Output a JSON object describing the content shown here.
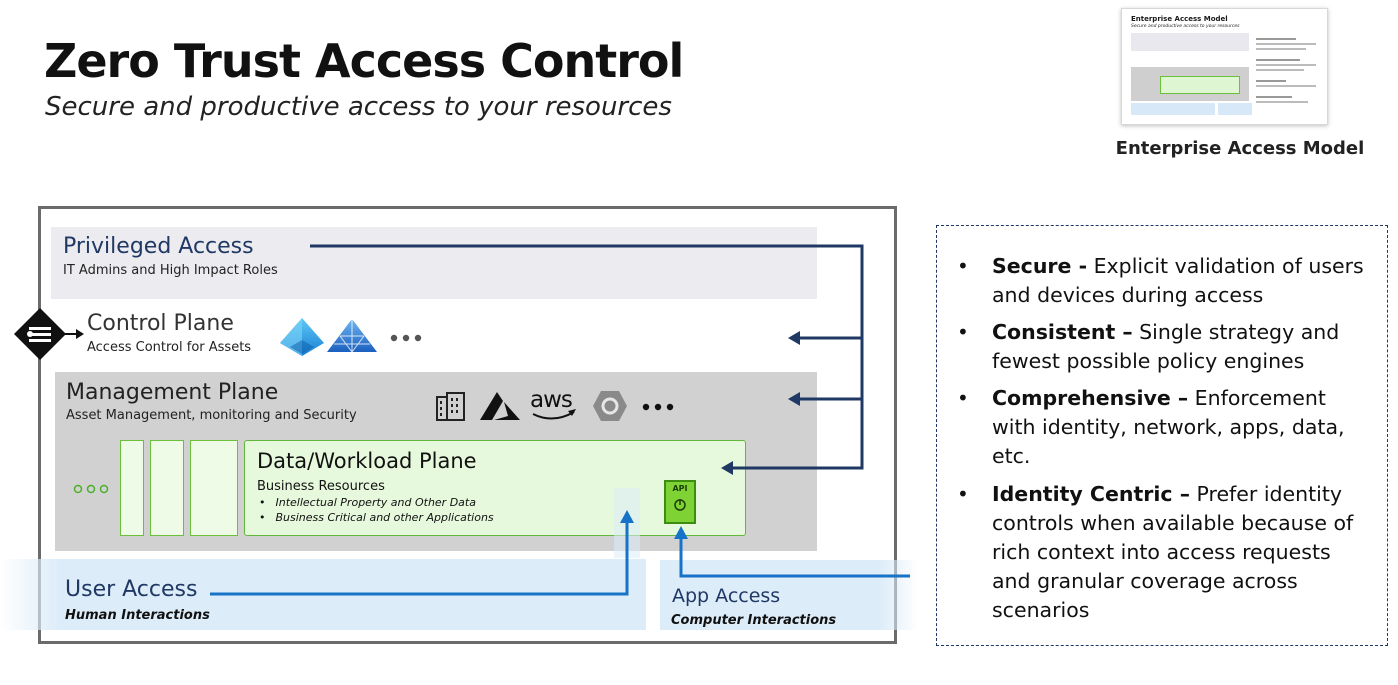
{
  "header": {
    "title": "Zero Trust Access Control",
    "subtitle": "Secure and productive access to your resources"
  },
  "reference": {
    "caption": "Enterprise Access Model",
    "thumb_title": "Enterprise Access Model",
    "thumb_subtitle": "Secure and productive access to your resources"
  },
  "planes": {
    "privileged": {
      "title": "Privileged Access",
      "subtitle": "IT Admins and High Impact Roles"
    },
    "control": {
      "title": "Control Plane",
      "subtitle": "Access Control for Assets",
      "icons": [
        "policy-diamond-icon",
        "azure-ad-icon",
        "azure-ad-ds-icon",
        "more-dots-icon"
      ]
    },
    "management": {
      "title": "Management Plane",
      "subtitle": "Asset Management, monitoring and Security",
      "icons": [
        "building-icon",
        "azure-icon",
        "aws-icon",
        "gcp-icon",
        "more-dots-icon"
      ],
      "aws_label": "aws"
    },
    "data_workload": {
      "title": "Data/Workload Plane",
      "subtitle": "Business Resources",
      "bullets": [
        "Intellectual Property and Other Data",
        "Business Critical and other Applications"
      ],
      "api_label": "API"
    }
  },
  "access": {
    "user": {
      "title": "User Access",
      "subtitle": "Human Interactions"
    },
    "app": {
      "title": "App Access",
      "subtitle": "Computer Interactions"
    }
  },
  "principles": [
    {
      "bold": "Secure -",
      "text": " Explicit validation of users and devices during access"
    },
    {
      "bold": "Consistent –",
      "text": " Single strategy and fewest possible policy engines"
    },
    {
      "bold": "Comprehensive –",
      "text": "  Enforcement with identity, network, apps, data, etc."
    },
    {
      "bold": "Identity Centric –",
      "text": " Prefer identity controls when available because of rich context into access requests and granular coverage across scenarios"
    }
  ],
  "colors": {
    "navy": "#1f3864",
    "user_arrow": "#1673c8",
    "green_fill": "#e7f9dc",
    "green_border": "#62b83a",
    "mgmt_gray": "#d1d1d1",
    "priv_gray": "#ececf0"
  }
}
